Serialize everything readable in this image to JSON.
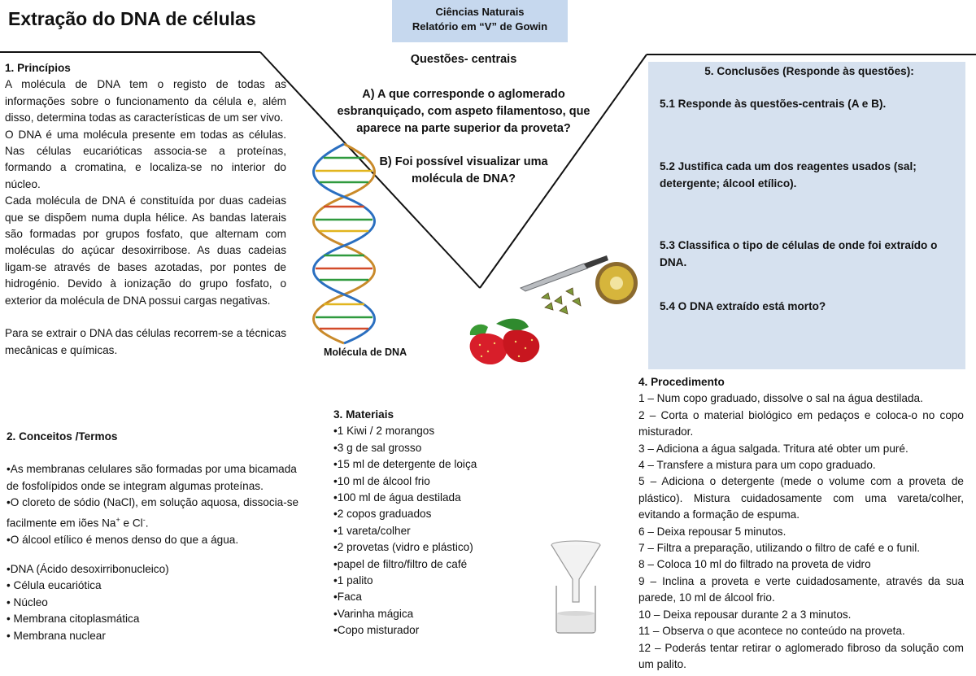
{
  "title": "Extração do DNA de células",
  "header": {
    "line1": "Ciências Naturais",
    "line2": "Relatório em “V” de Gowin"
  },
  "questions": {
    "heading": "Questões- centrais",
    "a": "A) A que corresponde o aglomerado esbranquiçado, com aspeto filamentoso, que aparece na parte superior da proveta?",
    "b": "B) Foi possível visualizar uma molécula de DNA?"
  },
  "principles": {
    "heading": "1. Princípios",
    "p1": "A molécula de DNA tem o registo de todas as informações sobre o funcionamento da célula e, além disso, determina todas as características de um ser vivo.",
    "p2": "O DNA é uma molécula presente em todas as células. Nas células eucarióticas associa-se a proteínas, formando a cromatina, e localiza-se no interior do núcleo.",
    "p3": "Cada molécula de DNA é constituída por duas cadeias que se dispõem numa dupla hélice. As bandas laterais são formadas por grupos fosfato, que alternam com moléculas do açúcar desoxirribose. As duas cadeias ligam-se através de bases azotadas, por pontes de hidrogénio. Devido à ionização do grupo fosfato, o exterior da molécula de DNA possui cargas negativas.",
    "p4": "Para se extrair o DNA das células recorrem-se a técnicas mecânicas e químicas."
  },
  "dna_caption": "Molécula de DNA",
  "concepts": {
    "heading": "2. Conceitos /Termos",
    "c1": "•As membranas celulares são formadas por uma bicamada de fosfolípidos onde se integram algumas proteínas.",
    "c2_pre": "•O cloreto de sódio (NaCl), em solução aquosa, dissocia-se facilmente em iões Na",
    "c2_sup1": "+",
    "c2_mid": " e Cl",
    "c2_sup2": "-",
    "c2_end": ".",
    "c3": "•O álcool etílico é menos denso do que a água.",
    "dna_heading": "•DNA  (Ácido desoxirribonucleico)",
    "dna_items": [
      "• Célula eucariótica",
      "• Núcleo",
      "• Membrana citoplasmática",
      "• Membrana nuclear"
    ]
  },
  "materials": {
    "heading": "3. Materiais",
    "items": [
      "•1 Kiwi / 2 morangos",
      "•3 g de sal grosso",
      "•15 ml de detergente de loiça",
      "•10 ml de álcool frio",
      "•100 ml de água destilada",
      "•2 copos graduados",
      "•1 vareta/colher",
      "•2 provetas (vidro e plástico)",
      "•papel de filtro/filtro de café",
      "•1 palito",
      "•Faca",
      "•Varinha mágica",
      "•Copo misturador"
    ]
  },
  "conclusions": {
    "heading": "5. Conclusões (Responde às questões):",
    "q1": "5.1 Responde às questões-centrais (A e B).",
    "q2": "5.2 Justifica cada um dos reagentes usados (sal; detergente; álcool etílico).",
    "q3": "5.3 Classifica o tipo de células de onde foi extraído o DNA.",
    "q4": "5.4 O DNA extraído está morto?"
  },
  "procedure": {
    "heading": "4. Procedimento",
    "steps": [
      "1 – Num copo graduado, dissolve o sal na água destilada.",
      "2 – Corta o material biológico em pedaços e coloca-o no copo misturador.",
      "3 – Adiciona a água salgada. Tritura até obter um puré.",
      "4 – Transfere a mistura para um copo graduado.",
      "5 – Adiciona o detergente (mede o volume com a proveta de plástico). Mistura cuidadosamente com uma vareta/colher, evitando a formação de espuma.",
      "6 – Deixa repousar 5 minutos.",
      "7 – Filtra a preparação, utilizando o filtro de café e o funil.",
      "8 –  Coloca 10 ml do filtrado na proveta de vidro",
      "9 – Inclina a proveta e verte cuidadosamente, através da sua parede, 10 ml de álcool frio.",
      "10 – Deixa repousar durante 2 a 3 minutos.",
      "11 – Observa o que acontece no conteúdo na proveta.",
      "12 – Poderás tentar retirar o aglomerado fibroso da solução com um palito."
    ]
  },
  "colors": {
    "header_bg": "#c6d8ee",
    "conclusions_bg": "#d6e1ef",
    "strawberry": "#d81e2a",
    "kiwi": "#c9a43a",
    "dna_blue": "#2a6fc0",
    "dna_green": "#2f9a3e"
  }
}
